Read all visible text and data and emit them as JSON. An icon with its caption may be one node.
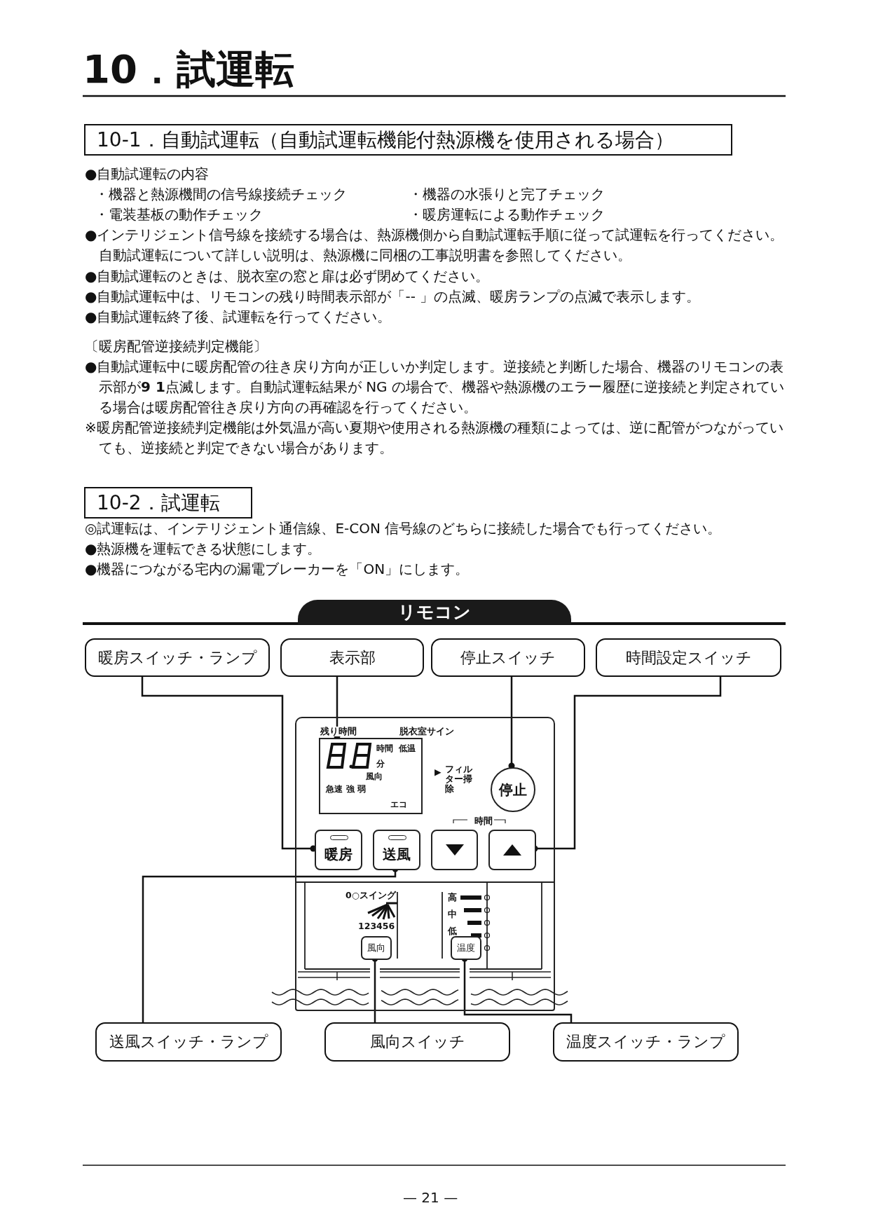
{
  "diagram": {
    "title": "10．試運転",
    "nodes": [
      {
        "text": [
          "10-1．自動試運転（自動試運転機能付熱源機を使用される場合）"
        ]
      },
      {
        "text": [
          "10-2．試運転"
        ]
      },
      {
        "text": [
          "リモコン"
        ]
      },
      {
        "text": [
          "暖房スイッチ・ランプ"
        ]
      },
      {
        "text": [
          "表示部"
        ]
      },
      {
        "text": [
          "停止スイッチ"
        ]
      },
      {
        "text": [
          "時間設定スイッチ"
        ]
      },
      {
        "text": [],
        "shape": "box"
      },
      {
        "text": [
          "時間",
          "低温",
          "分",
          "風向",
          "急速",
          "強",
          "弱",
          "エコ"
        ],
        "in": 7
      },
      {
        "text": [
          "停止"
        ],
        "in": 7
      },
      {
        "text": [
          "暖房"
        ],
        "in": 7
      },
      {
        "text": [
          "送風"
        ],
        "in": 7
      },
      {
        "text": [],
        "shape": "box",
        "in": 7
      },
      {
        "text": [],
        "shape": "box",
        "in": 7
      },
      {
        "text": [
          "風向"
        ],
        "in": 7
      },
      {
        "text": [
          "温度"
        ],
        "in": 7
      },
      {
        "text": [
          "送風スイッチ・ランプ"
        ]
      },
      {
        "text": [
          "風向スイッチ"
        ]
      },
      {
        "text": [
          "温度スイッチ・ランプ"
        ]
      }
    ],
    "edges": [
      {
        "from": 3,
        "to": 10,
        "arrow": "other"
      },
      {
        "from": 4,
        "to": 8,
        "arrow": "other"
      },
      {
        "from": 5,
        "to": 9,
        "arrow": "other"
      },
      {
        "from": 6,
        "to": 13,
        "arrow": "other"
      },
      {
        "from": 16,
        "to": 11,
        "arrow": "other"
      },
      {
        "from": 17,
        "to": 14,
        "arrow": "other"
      },
      {
        "from": 18,
        "to": 15,
        "arrow": "other"
      }
    ],
    "labels": [
      "●自動試運転の内容",
      "・機器と熱源機間の信号線接続チェック",
      "・機器の水張りと完了チェック",
      "・電装基板の動作チェック",
      "・暖房運転による動作チェック",
      "●インテリジェント信号線を接続する場合は、熱源機側から自動試運転手順に従って試運転を行ってください。自動試運転について詳しい説明は、熱源機に同梱の工事説明書を参照してください。",
      "●自動試運転のときは、脱衣室の窓と扉は必ず閉めてください。",
      "●自動試運転中は、リモコンの残り時間表示部が「-- 」の点滅、暖房ランプの点滅で表示します。",
      "●自動試運転終了後、試運転を行ってください。",
      "〔暖房配管逆接続判定機能〕",
      "●自動試運転中に暖房配管の往き戻り方向が正しいか判定します。逆接続と判断した場合、機器のリモコンの表示部が**9 1**点滅します。自動試運転結果が NG の場合で、機器や熱源機のエラー履歴に逆接続と判定されている場合は暖房配管往き戻り方向の再確認を行ってください。",
      "※暖房配管逆接続判定機能は外気温が高い夏期や使用される熱源機の種類によっては、逆に配管がつながっていても、逆接続と判定できない場合があります。",
      "◎試運転は、インテリジェント通信線、E-CON 信号線のどちらに接続した場合でも行ってください。",
      "●熱源機を運転できる状態にします。",
      "●機器につながる宅内の漏電ブレーカーを「ON」にします。",
      "残り時間",
      "脱衣室サイン",
      "▶",
      "フィルター掃除",
      "時間",
      "0○スイング",
      "123456",
      "高",
      "中",
      "低",
      "— 21 —"
    ]
  }
}
